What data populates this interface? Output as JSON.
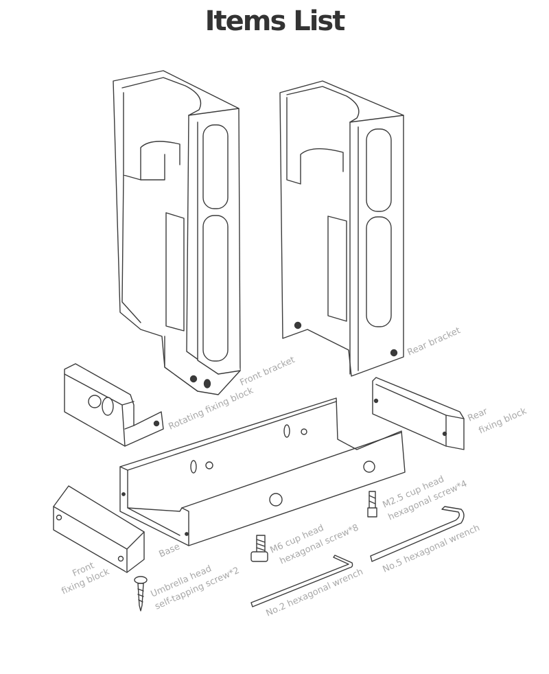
{
  "title": "Items List",
  "colors": {
    "title": "#333333",
    "label": "#a8a8a8",
    "line": "#3a3a3a"
  },
  "labels": {
    "front_bracket": "Front bracket",
    "rear_bracket": "Rear bracket",
    "rotating_block": "Rotating fixing block",
    "rear_block_1": "Rear",
    "rear_block_2": "fixing block",
    "m25_1": "M2.5 cup head",
    "m25_2": "hexagonal screw*4",
    "m6_1": "M6 cup head",
    "m6_2": "hexagonal screw*8",
    "base": "Base",
    "front_block_1": "Front",
    "front_block_2": "fixing block",
    "umbrella_1": "Umbrella head",
    "umbrella_2": "self-tapping screw*2",
    "wrench5": "No.5 hexagonal wrench",
    "wrench2": "No.2 hexagonal wrench"
  }
}
